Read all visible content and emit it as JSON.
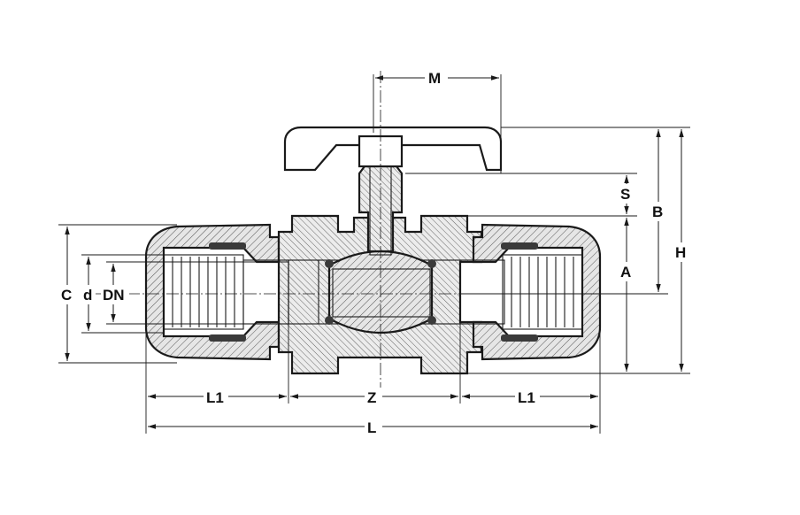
{
  "labels": {
    "M": "M",
    "S": "S",
    "B": "B",
    "H": "H",
    "A": "A",
    "C": "C",
    "d": "d",
    "DN": "DN",
    "L1_left": "L1",
    "Z": "Z",
    "L1_right": "L1",
    "L": "L"
  },
  "colors": {
    "line": "#1a1a1a",
    "hatch_fill": "#e6e6e6",
    "seal": "#3a3a3a",
    "background": "#ffffff"
  },
  "icons": [
    "arrow-head"
  ]
}
